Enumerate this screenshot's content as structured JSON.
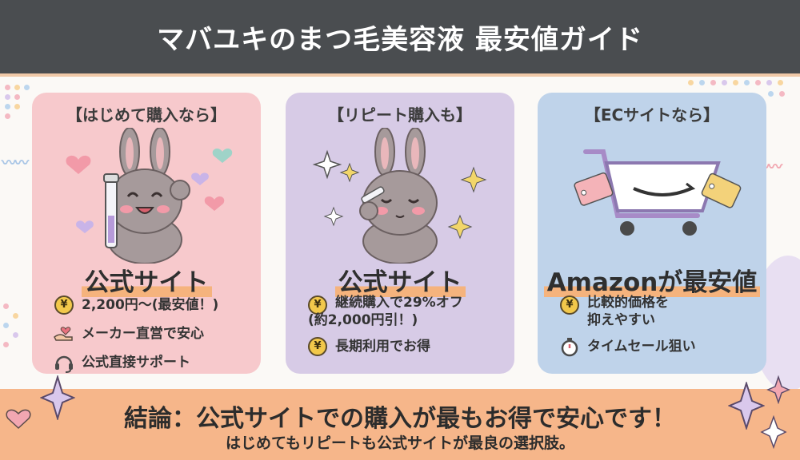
{
  "header": {
    "title": "マバユキのまつ毛美容液 最安値ガイド"
  },
  "cards": [
    {
      "tag": "【はじめて購入なら】",
      "title": "公式サイト",
      "items": [
        {
          "icon": "yen-coin-icon",
          "text": "2,200円〜(最安値！)"
        },
        {
          "icon": "hand-heart-icon",
          "text": "メーカー直営で安心"
        },
        {
          "icon": "headset-icon",
          "text": "公式直接サポート"
        }
      ]
    },
    {
      "tag": "【リピート購入も】",
      "title": "公式サイト",
      "items": [
        {
          "icon": "yen-coin-icon",
          "text": "継続購入で29%オフ",
          "text2": "(約2,000円引！)"
        },
        {
          "icon": "yen-coin-icon",
          "text": "長期利用でお得"
        }
      ]
    },
    {
      "tag": "【ECサイトなら】",
      "title": "Amazonが最安値",
      "items": [
        {
          "icon": "yen-coin-icon",
          "text": "比較的価格を",
          "text2": "抑えやすい"
        },
        {
          "icon": "stopwatch-icon",
          "text": "タイムセール狙い"
        }
      ]
    }
  ],
  "yen_symbol": "¥",
  "footer": {
    "conclusion": "結論：公式サイトでの購入が最もお得で安心です！",
    "sub": "はじめてもリピートも公式サイトが最良の選択肢。"
  },
  "colors": {
    "header_bg": "#4a4d50",
    "card1_bg": "#f7c9cc",
    "card2_bg": "#d7cbe6",
    "card3_bg": "#bfd3ea",
    "footer_bg": "#f6b68a",
    "highlight": "#f5b37d"
  }
}
